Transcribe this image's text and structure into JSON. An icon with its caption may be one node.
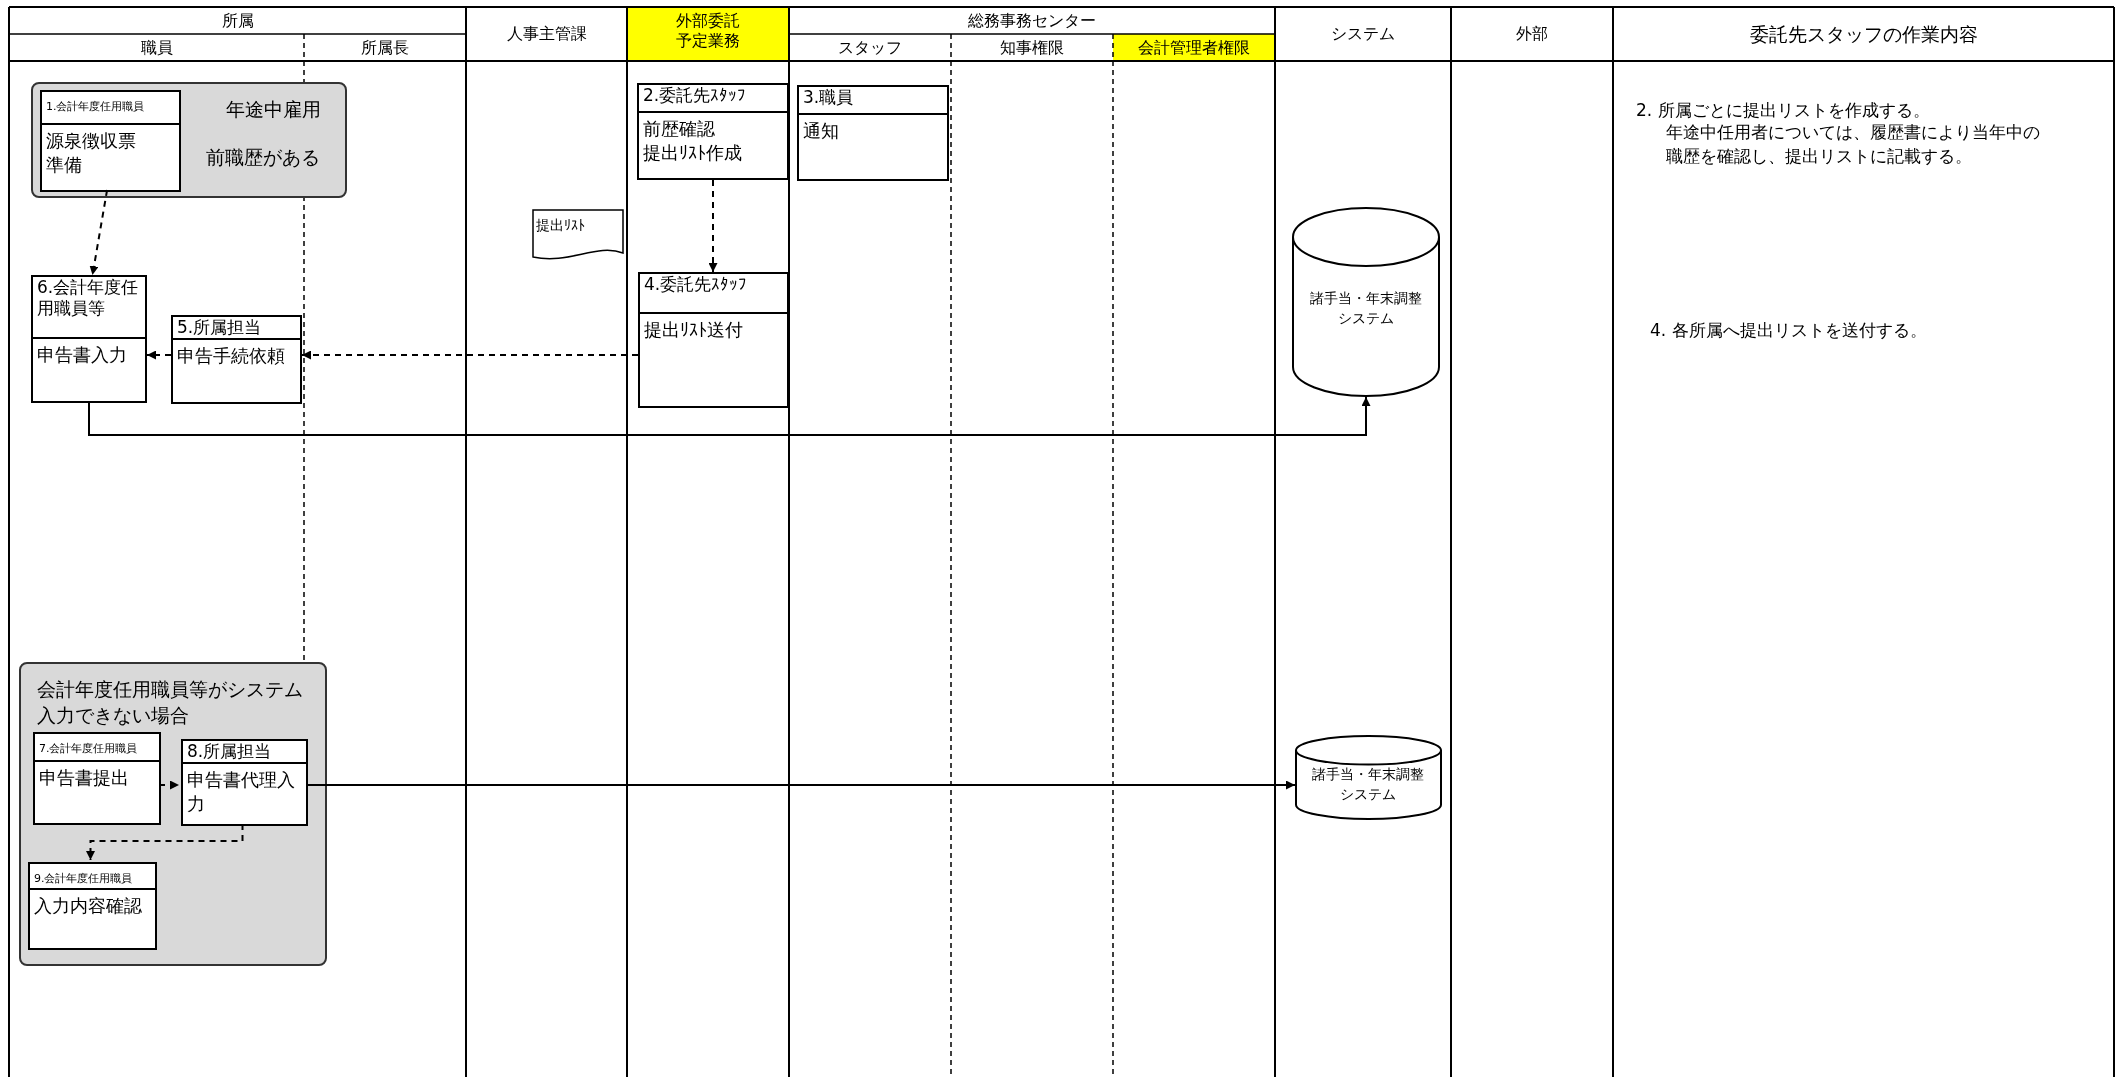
{
  "diagram": {
    "nodes": [
      {
        "text": [
          "年途中雇用",
          "前職歴がある"
        ]
      },
      {
        "text": [
          "1.会計年度任用職員",
          "源泉徴収票準備"
        ],
        "in": 0
      },
      {
        "text": [
          "2.委託先ｽﾀｯﾌ",
          "前歴確認",
          "提出ﾘｽﾄ作成"
        ]
      },
      {
        "text": [
          "3.職員",
          "通知"
        ]
      },
      {
        "text": [
          "提出ﾘｽﾄ"
        ]
      },
      {
        "text": [
          "4.委託先ｽﾀｯﾌ",
          "提出ﾘｽﾄ送付"
        ]
      },
      {
        "text": [
          "6.会計年度任用職員等",
          "申告書入力"
        ]
      },
      {
        "text": [
          "5.所属担当",
          "申告手続依頼"
        ]
      },
      {
        "text": [
          "諸手当・年末調整システム"
        ]
      },
      {
        "text": [
          "会計年度任用職員等がシステム入力できない場合"
        ]
      },
      {
        "text": [
          "7.会計年度任用職員",
          "申告書提出"
        ],
        "in": 9
      },
      {
        "text": [
          "8.所属担当",
          "申告書代理入力"
        ],
        "in": 9
      },
      {
        "text": [
          "9.会計年度任用職員",
          "入力内容確認"
        ],
        "in": 9
      },
      {
        "text": [
          "諸手当・年末調整システム"
        ]
      }
    ],
    "edges": [
      {
        "from": 1,
        "to": 6,
        "arrow": "to",
        "style": "dashed"
      },
      {
        "from": 2,
        "to": 5,
        "arrow": "to",
        "style": "dashed"
      },
      {
        "from": 5,
        "to": 7,
        "arrow": "to",
        "style": "dashed"
      },
      {
        "from": 7,
        "to": 6,
        "arrow": "to",
        "style": "dashed"
      },
      {
        "from": 6,
        "to": 8,
        "arrow": "to"
      },
      {
        "from": 10,
        "to": 11,
        "arrow": "to",
        "style": "dashed"
      },
      {
        "from": 11,
        "to": 13,
        "arrow": "to"
      },
      {
        "from": 11,
        "to": 12,
        "arrow": "to",
        "style": "dashed"
      }
    ],
    "labels": [
      "所属",
      "職員",
      "所属長",
      "人事主管課",
      "外部委託予定業務",
      "総務事務センター",
      "スタッフ",
      "知事権限",
      "会計管理者権限",
      "システム",
      "外部",
      "委託先スタッフの作業内容",
      "2. 所属ごとに提出リストを作成する。",
      "年途中任用者については、履歴書により当年中の職歴を確認し、提出リストに記載する。",
      "4. 各所属へ提出リストを送付する。"
    ]
  }
}
